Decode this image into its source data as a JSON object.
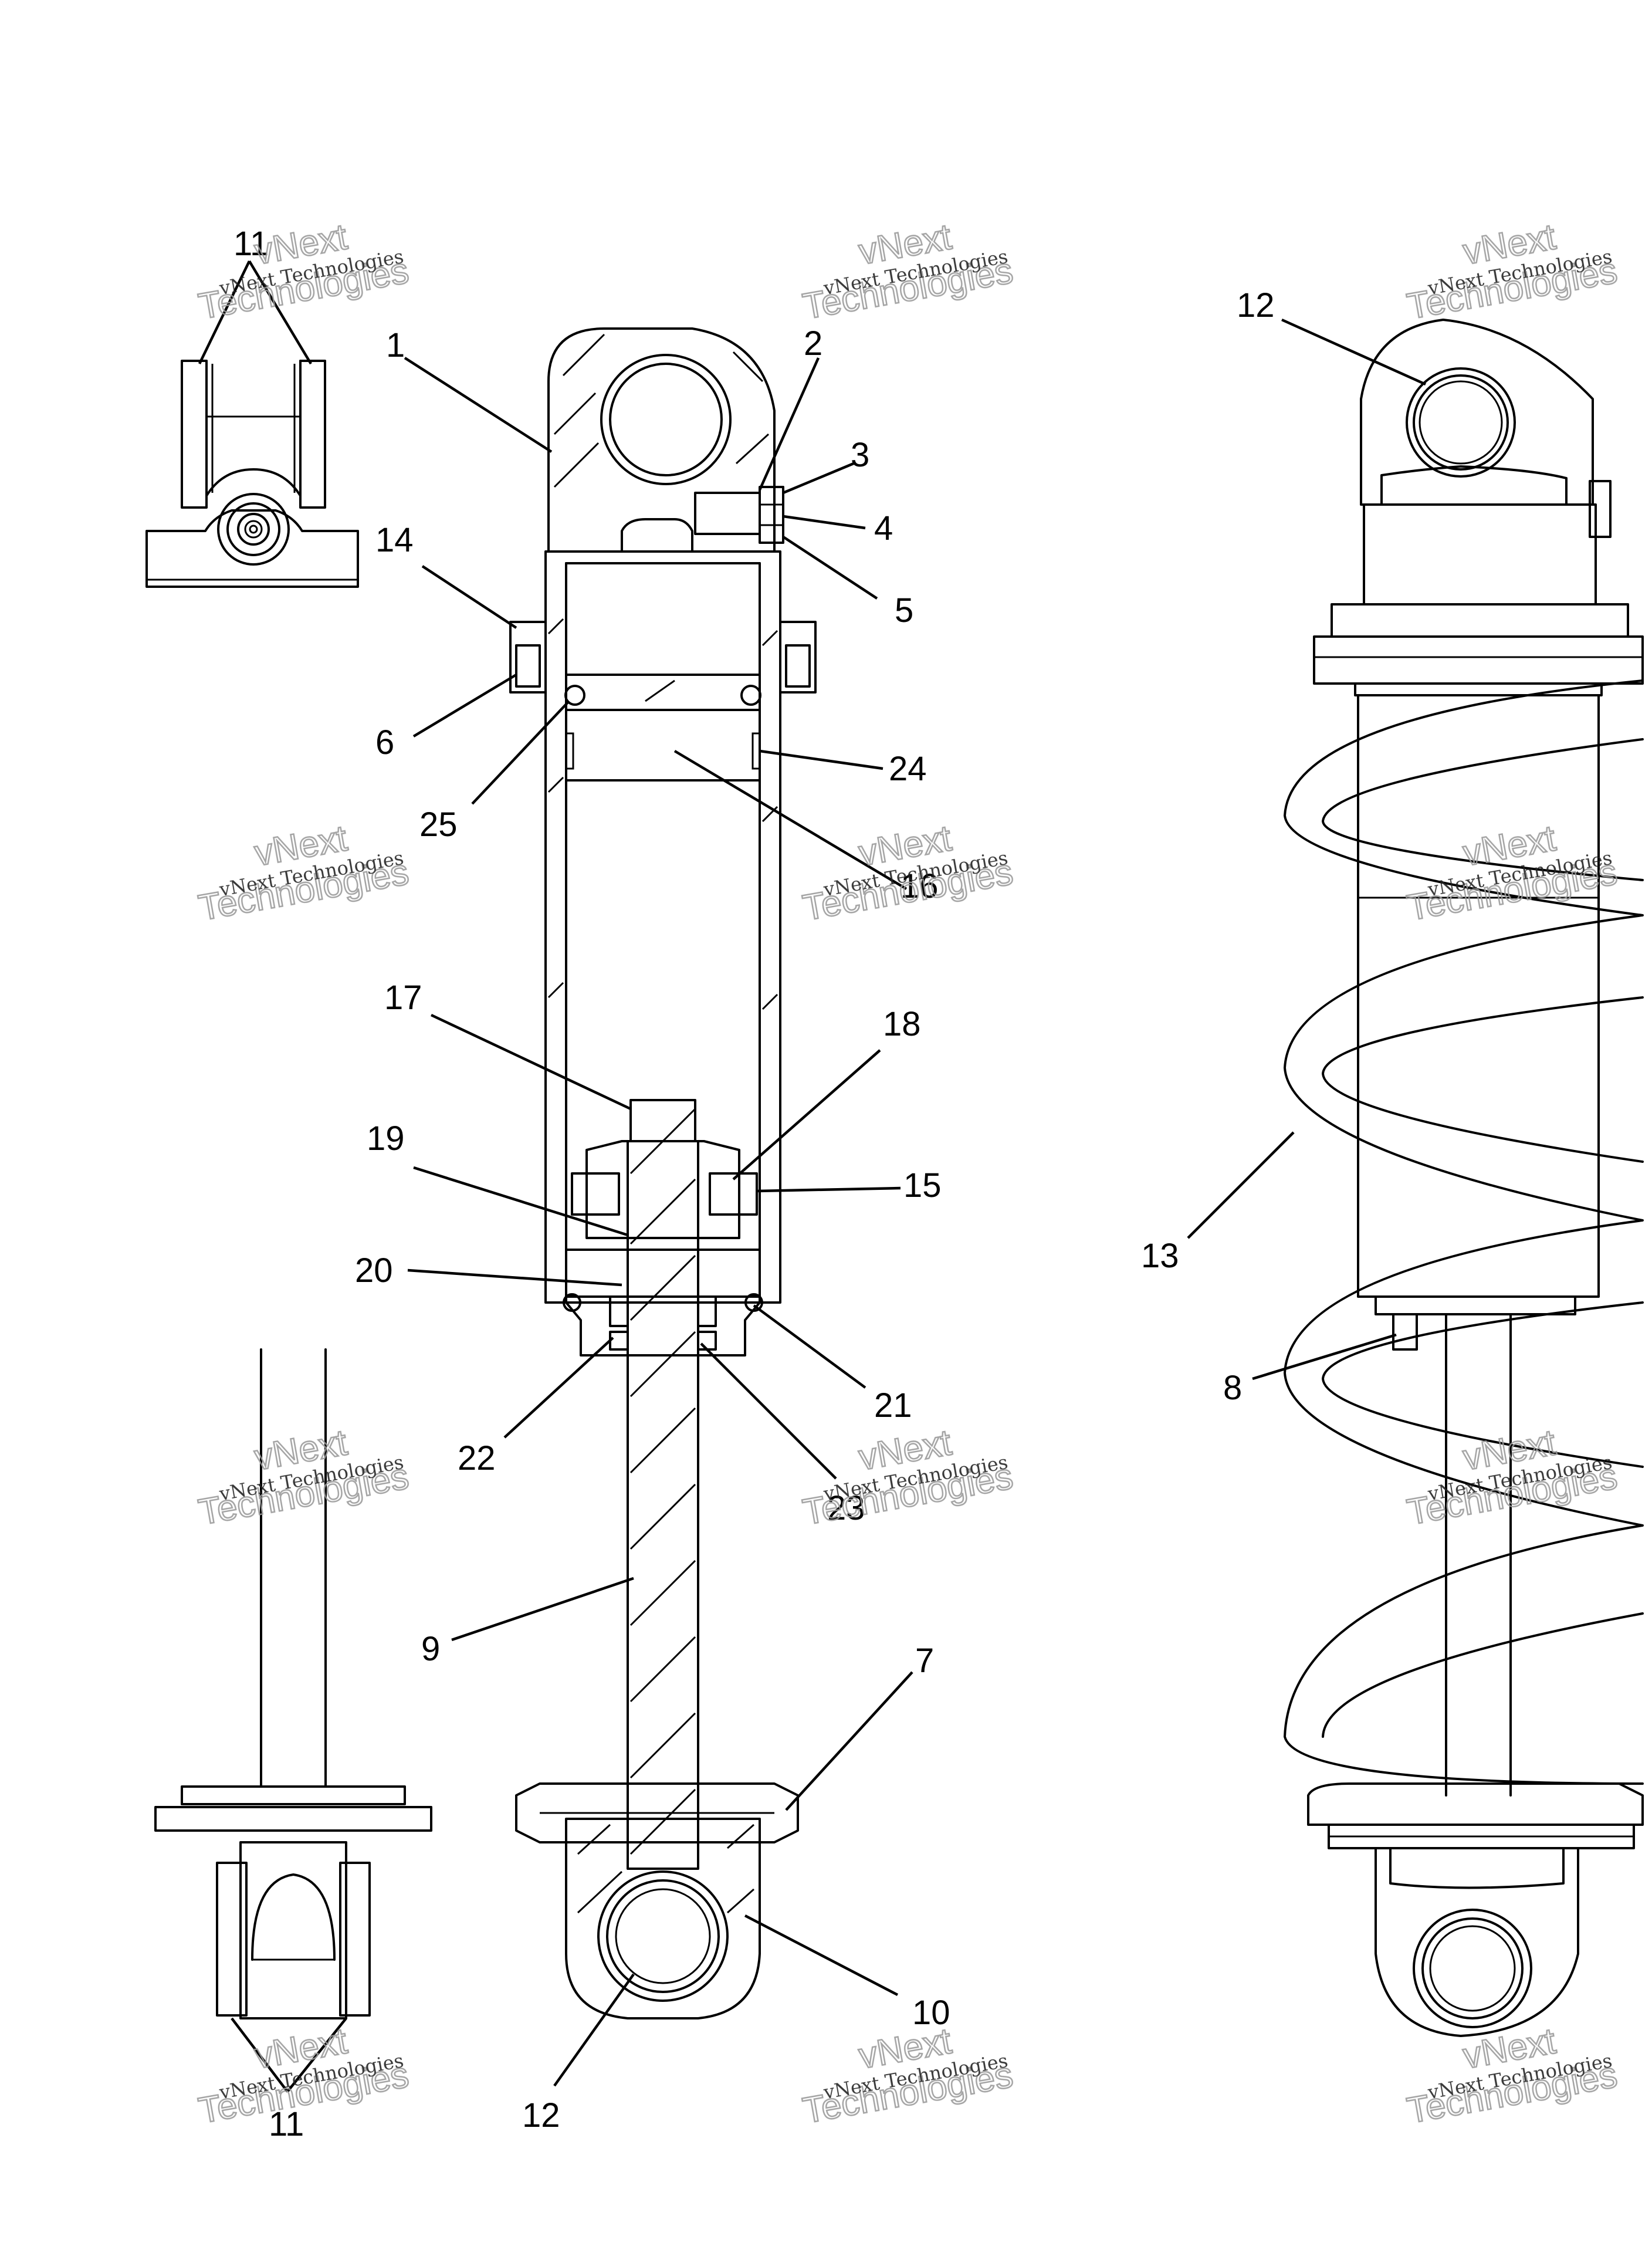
{
  "callouts": [
    {
      "id": "c11a",
      "text": "11"
    },
    {
      "id": "c1",
      "text": "1"
    },
    {
      "id": "c2",
      "text": "2"
    },
    {
      "id": "c3",
      "text": "3"
    },
    {
      "id": "c4",
      "text": "4"
    },
    {
      "id": "c5",
      "text": "5"
    },
    {
      "id": "c14",
      "text": "14"
    },
    {
      "id": "c6",
      "text": "6"
    },
    {
      "id": "c25",
      "text": "25"
    },
    {
      "id": "c24",
      "text": "24"
    },
    {
      "id": "c16",
      "text": "16"
    },
    {
      "id": "c17",
      "text": "17"
    },
    {
      "id": "c18",
      "text": "18"
    },
    {
      "id": "c19",
      "text": "19"
    },
    {
      "id": "c15",
      "text": "15"
    },
    {
      "id": "c20",
      "text": "20"
    },
    {
      "id": "c21",
      "text": "21"
    },
    {
      "id": "c22",
      "text": "22"
    },
    {
      "id": "c23",
      "text": "23"
    },
    {
      "id": "c9",
      "text": "9"
    },
    {
      "id": "c7",
      "text": "7"
    },
    {
      "id": "c10",
      "text": "10"
    },
    {
      "id": "c12a",
      "text": "12"
    },
    {
      "id": "c11b",
      "text": "11"
    },
    {
      "id": "c12b",
      "text": "12"
    },
    {
      "id": "c13",
      "text": "13"
    },
    {
      "id": "c8",
      "text": "8"
    }
  ],
  "watermark": {
    "line1": "vNext Technologies",
    "line2": "vNext",
    "line3": "Technologies"
  }
}
